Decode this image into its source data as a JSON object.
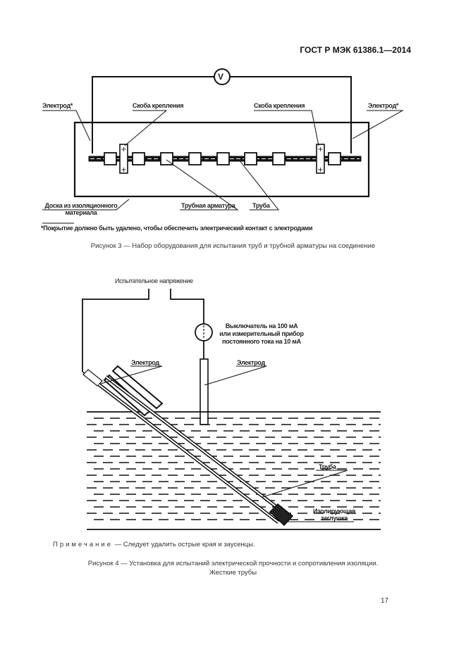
{
  "header": {
    "standard": "ГОСТ Р МЭК 61386.1—2014"
  },
  "figure3": {
    "meter_symbol": "V",
    "labels": {
      "electrode_left": "Электрод*",
      "clamp_left": "Скоба крепления",
      "clamp_right": "Скоба крепления",
      "electrode_right": "Электрод*",
      "board": "Доска из изоляционного материала",
      "fitting": "Трубная арматура",
      "pipe": "Труба"
    },
    "footnote": "*Покрытие должно быть удалено, чтобы обеспечить электрический контакт с электродами",
    "caption": "Рисунок 3 — Набор оборудования для испытания труб и трубной арматуры на соединение"
  },
  "figure4": {
    "labels": {
      "test_voltage": "Испытательное напряжение",
      "breaker_line1": "Выключатель на 100 мА",
      "breaker_line2": "или измерительный прибор",
      "breaker_line3": "постоянного тока на 10 мА",
      "electrode_left": "Электрод",
      "electrode_right": "Электрод",
      "pipe": "Труба",
      "cap_line1": "Изолирующая",
      "cap_line2": "заглушка"
    },
    "note_prefix": "Примечание",
    "note_text": "— Следует удалить острые края и заусенцы.",
    "caption_line1": "Рисунок 4 — Установка для испытаний электрической прочности и сопротивления изоляции.",
    "caption_line2": "Жесткие трубы"
  },
  "page_number": "17"
}
